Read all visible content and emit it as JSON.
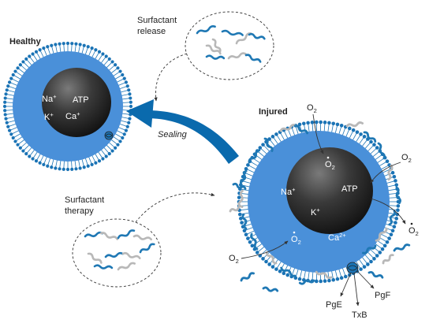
{
  "labels": {
    "healthy": "Healthy",
    "injured": "Injured",
    "surfactant_release_1": "Surfactant",
    "surfactant_release_2": "release",
    "surfactant_therapy_1": "Surfactant",
    "surfactant_therapy_2": "therapy",
    "sealing": "Sealing"
  },
  "healthy_cell": {
    "na": "Na",
    "na_charge": "+",
    "atp": "ATP",
    "k": "K",
    "k_charge": "+",
    "ca": "Ca",
    "ca_charge": "+"
  },
  "injured_cell": {
    "na": "Na",
    "na_charge": "+",
    "atp": "ATP",
    "k": "K",
    "k_charge": "+",
    "ca": "Ca",
    "ca_charge": "2+",
    "o2_inner_top": "O",
    "o2_inner_top_sub": "2",
    "o2_inner_bottom": "O",
    "o2_inner_bottom_sub": "2"
  },
  "outside": {
    "o2_top": "O",
    "o2_top_sub": "2",
    "o2_right": "O",
    "o2_right_sub": "2",
    "o2_right_radical": "O",
    "o2_right_radical_sub": "2",
    "o2_left": "O",
    "o2_left_sub": "2",
    "pge": "PgE",
    "pgf": "PgF",
    "txb": "TxB"
  },
  "colors": {
    "membrane": "#1a73b5",
    "cytoplasm": "#4a90d9",
    "surfactant_blue": "#1f78b4",
    "surfactant_grey": "#b8b8b8",
    "arrow": "#0a6aad",
    "nucleus_dark": "#1b1b1b",
    "nucleus_light": "#6a6a6a"
  }
}
